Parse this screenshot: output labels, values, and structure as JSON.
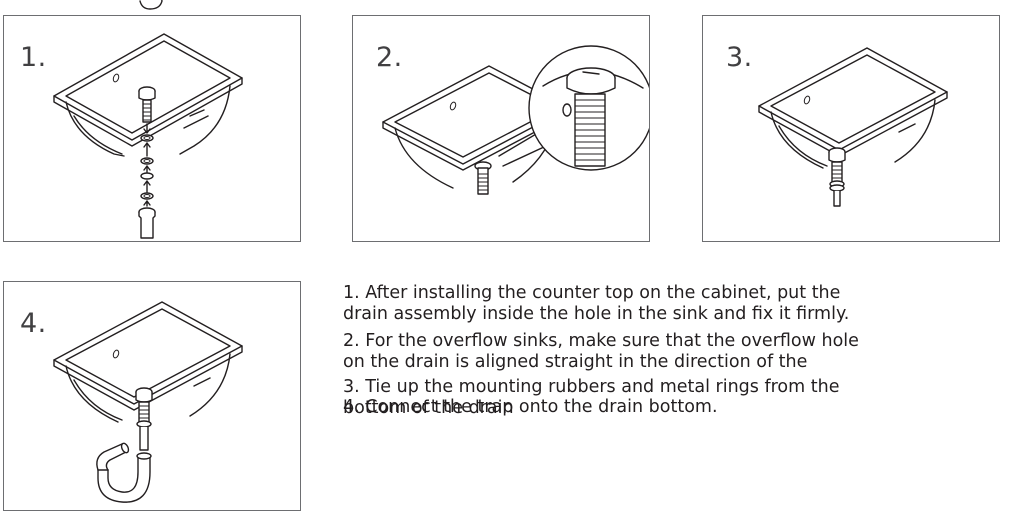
{
  "steps": [
    {
      "number": "1."
    },
    {
      "number": "2."
    },
    {
      "number": "3."
    },
    {
      "number": "4."
    }
  ],
  "instructions": [
    "1. After installing the counter top on the cabinet, put the\ndrain assembly inside the hole in the sink and fix it firmly.",
    "2. For the overflow sinks, make sure that the overflow hole\non the drain is aligned straight in the direction of the",
    "3. Tie up the mounting rubbers and metal rings from the\nbottom of the drain",
    "4. Connect the trap onto the drain bottom."
  ],
  "colors": {
    "frame": "#6d6e71",
    "line": "#231f20",
    "text": "#231f20"
  }
}
